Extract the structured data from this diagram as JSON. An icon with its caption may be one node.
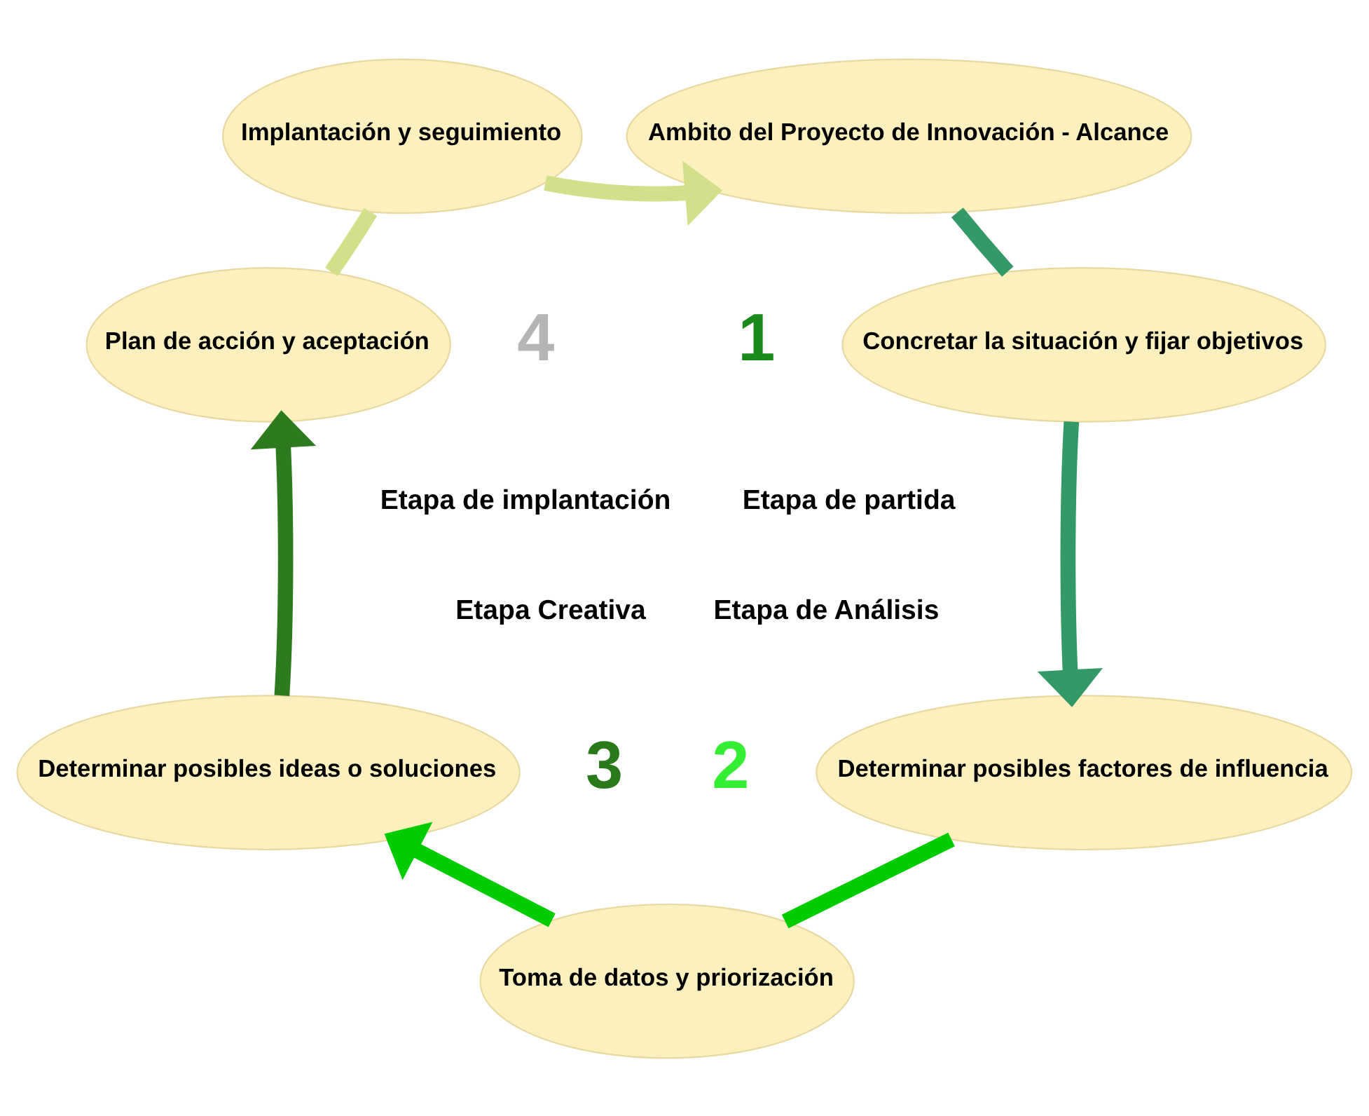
{
  "diagram": {
    "nodes": [
      {
        "text": [
          "Implantación y seguimiento"
        ]
      },
      {
        "text": [
          "Ambito del Proyecto de Innovación - Alcance"
        ]
      },
      {
        "text": [
          "Plan de acción y aceptación"
        ]
      },
      {
        "text": [
          "Concretar la situación y fijar objetivos"
        ]
      },
      {
        "text": [
          "Determinar posibles ideas o soluciones"
        ]
      },
      {
        "text": [
          "Determinar posibles factores de influencia"
        ]
      },
      {
        "text": [
          "Toma de datos y priorización"
        ]
      }
    ],
    "edges": [
      {
        "from": 0,
        "to": 1,
        "arrow": "to",
        "color": "#d4df8a"
      },
      {
        "from": 1,
        "to": 3,
        "arrow": "none",
        "color": "#339966"
      },
      {
        "from": 3,
        "to": 5,
        "arrow": "to",
        "color": "#339966"
      },
      {
        "from": 5,
        "to": 6,
        "arrow": "none",
        "color": "#00cc00"
      },
      {
        "from": 6,
        "to": 4,
        "arrow": "to",
        "color": "#00cc00"
      },
      {
        "from": 4,
        "to": 2,
        "arrow": "to",
        "color": "#2e7a1e"
      },
      {
        "from": 2,
        "to": 0,
        "arrow": "none",
        "color": "#d4df8a"
      }
    ],
    "labels": [
      "4",
      "1",
      "Etapa de implantación",
      "Etapa de partida",
      "Etapa Creativa",
      "Etapa de Análisis",
      "3",
      "2"
    ]
  }
}
